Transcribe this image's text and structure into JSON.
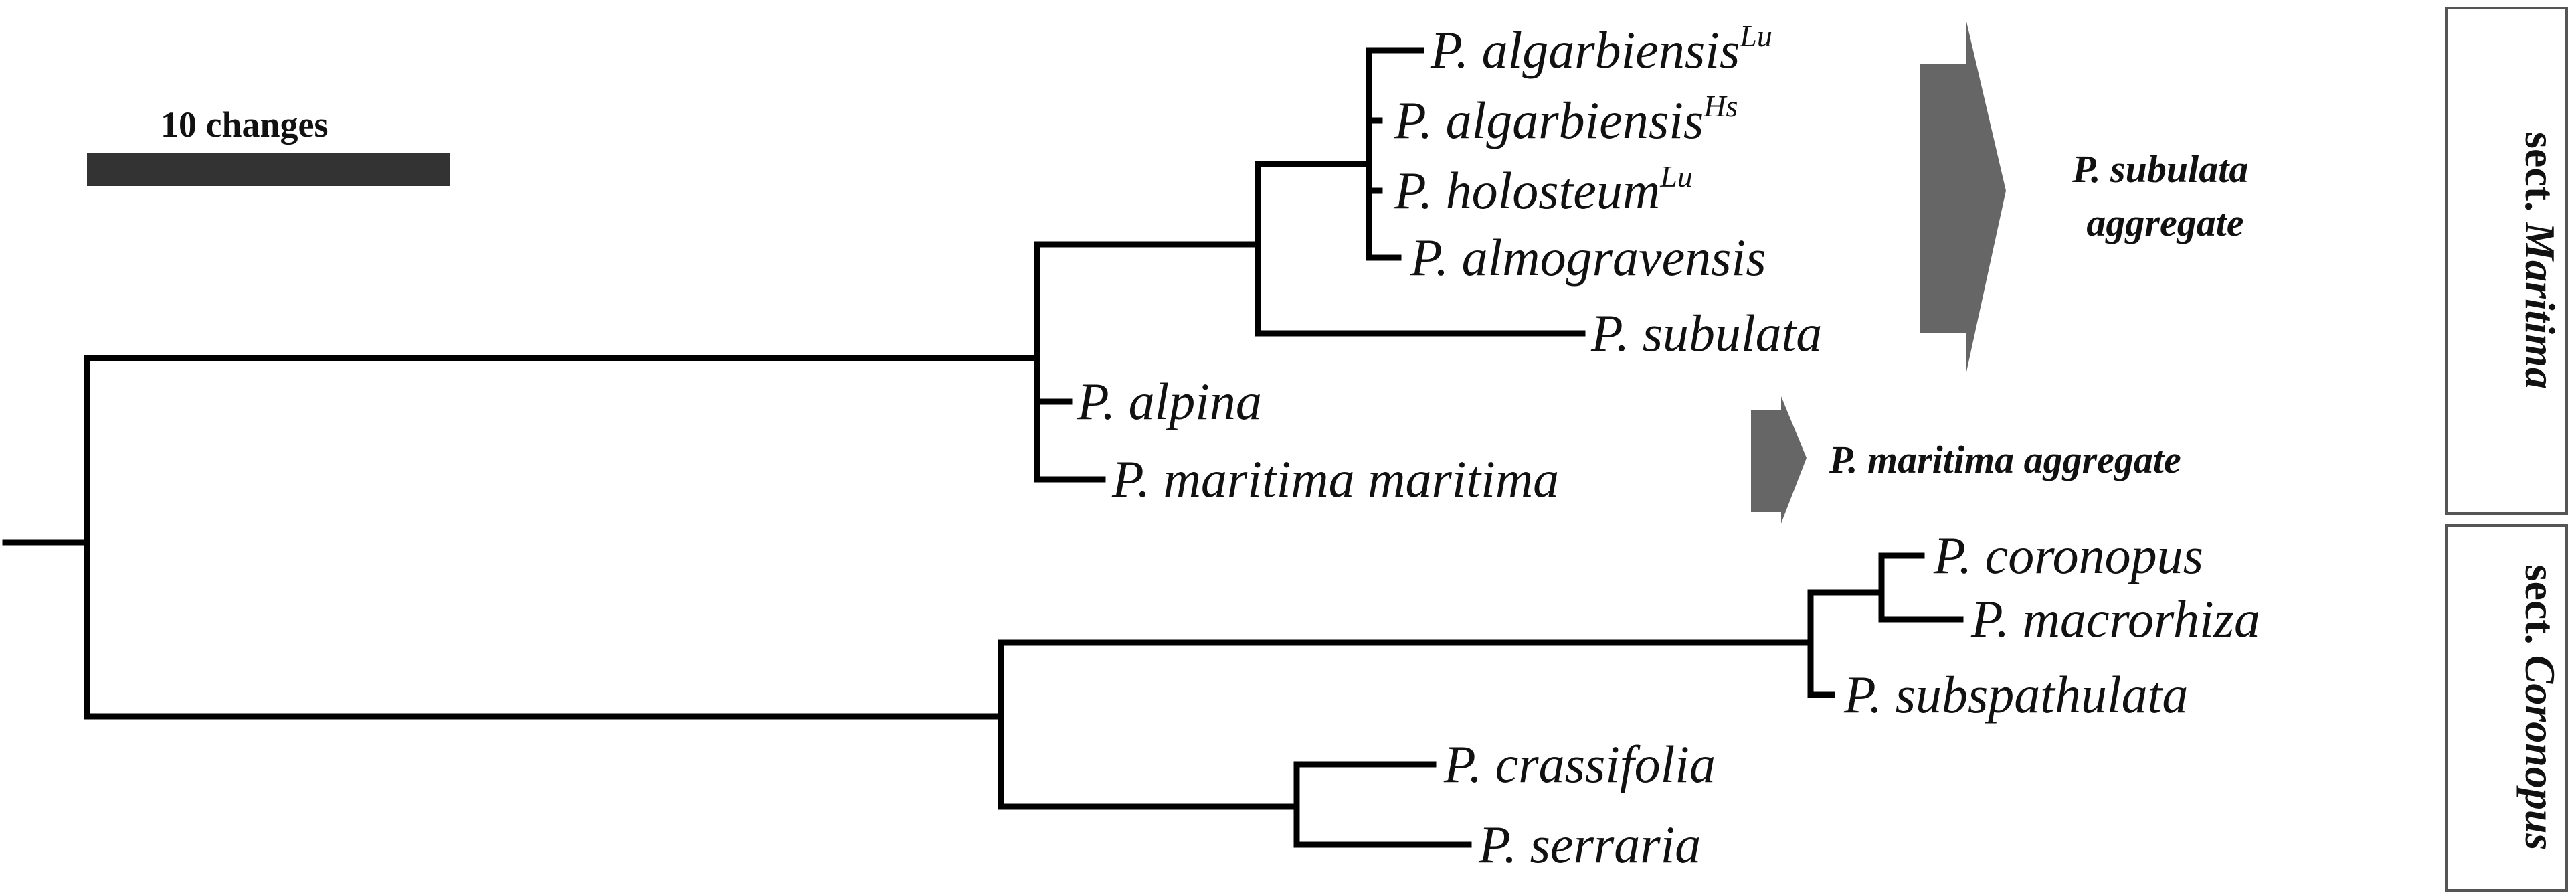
{
  "scale_bar": {
    "label": "10 changes",
    "color": "#333333"
  },
  "taxa": [
    {
      "id": "alg-lu",
      "name": "P. algarbiensis",
      "sup": "Lu"
    },
    {
      "id": "alg-hs",
      "name": "P. algarbiensis",
      "sup": "Hs"
    },
    {
      "id": "hol-lu",
      "name": "P. holosteum",
      "sup": "Lu"
    },
    {
      "id": "almog",
      "name": "P. almogravensis",
      "sup": ""
    },
    {
      "id": "subul",
      "name": "P. subulata",
      "sup": ""
    },
    {
      "id": "alpina",
      "name": "P. alpina",
      "sup": ""
    },
    {
      "id": "marit",
      "name": "P. maritima maritima",
      "sup": ""
    },
    {
      "id": "coron",
      "name": "P. coronopus",
      "sup": ""
    },
    {
      "id": "macro",
      "name": "P. macrorhiza",
      "sup": ""
    },
    {
      "id": "subsp",
      "name": "P. subspathulata",
      "sup": ""
    },
    {
      "id": "crass",
      "name": "P. crassifolia",
      "sup": ""
    },
    {
      "id": "serr",
      "name": "P. serraria",
      "sup": ""
    }
  ],
  "aggregates": [
    {
      "id": "subulata-agg",
      "lines": [
        "P. subulata",
        "aggregate"
      ],
      "color": "#666666"
    },
    {
      "id": "maritima-agg",
      "lines": [
        "P. maritima aggregate"
      ],
      "color": "#666666"
    }
  ],
  "sections": [
    {
      "id": "maritima",
      "prefix": "sect. ",
      "name": "Maritima"
    },
    {
      "id": "coronopus",
      "prefix": "sect. ",
      "name": "Coronopus"
    }
  ]
}
